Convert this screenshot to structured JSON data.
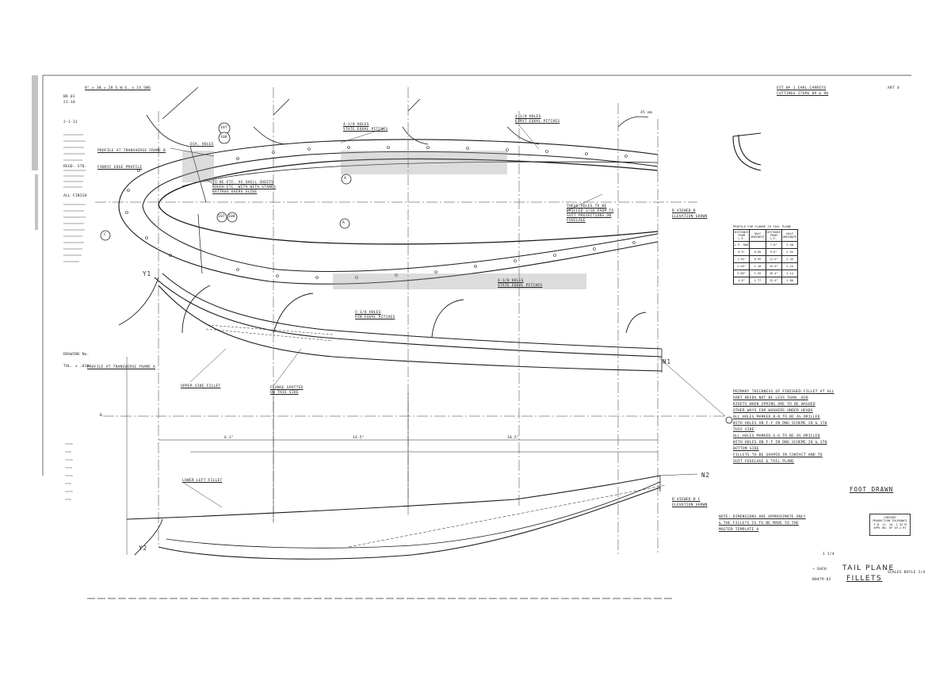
{
  "header": {
    "scale_note": "8\" x 30 = 20 S.W.G. x 14 SWG",
    "drawing_ref": "EST Nº 1 EARL CARREYS",
    "drawing_ref_sub": "CUTTINGS ITEMS 89 & 90",
    "corner_mark": "ART 4"
  },
  "left_margin": {
    "notes": [
      "BR 01",
      "21-10",
      "2-1-31",
      "REGD. STD.",
      "ALL FINISH",
      "DRAWING No.",
      "TOL. ± .010"
    ]
  },
  "callouts": {
    "profile_transverse": "PROFILE AT TRANSVERSE FRAME B",
    "fabric_edge": "FABRIC EDGE PROFILE",
    "dia_holes": "DIA. HOLES",
    "dim_107": "107",
    "dim_108": "108",
    "rivet_note_a": "TO BE ETC. AS SHELL SHEETS",
    "rivet_note_b": "ROUGH ETC. WITH WITH STANDS",
    "rivet_note_c": "RATTRAS OVERS SLIDE",
    "holes_top": "4-1/8 HOLES",
    "holes_top_b": "STATE EQUAL PITCHES",
    "holes_right": "4-1/8 HOLES",
    "holes_right_b": "FIRST EQUAL PITCHES",
    "angle_45": "45 mm",
    "section_a": "A",
    "section_c": "C",
    "y1": "Y1",
    "y2": "Y2",
    "n1": "N1",
    "n2": "N2",
    "fixed_holes": "THESE HOLES TO BE",
    "fixed_holes_b": "DRILLED 1/16 FROM TO",
    "fixed_holes_c": "SUIT PROJECTIONS ON",
    "fixed_holes_d": "FUSELAGE",
    "holes_bottom": "4-1/8 HOLES",
    "holes_bottom_b": "STATE EQUAL PITCHES",
    "holes_inner": "5-1/8 HOLES",
    "holes_inner_b": "PIN EQUAL PITCHES",
    "elev_a": "B VIEWED B",
    "elev_a_b": "ELEVATION SHOWN",
    "profile_transverse_low": "PROFILE AT TRANSVERSE FRAME A",
    "upper_side": "UPPER SIDE FILLET",
    "flange": "FLANGE SPOTTED",
    "flange_b": "ON THIS SIDE",
    "lower_left": "LOWER LEFT FILLET",
    "elev_c": "B VIEWED B C",
    "elev_c_b": "ELEVATION SHOWN",
    "dim_upper": "14.5\"",
    "dim_lower": "6.1\"",
    "dim_right": "10.5\"",
    "b_mark": "B"
  },
  "profile_table": {
    "caption": "PROFILE FOR FLANGE TO TAIL PLANE",
    "headers": [
      "DISTANCE FROM L.E.",
      "HALF ORDINATE",
      "DISTANCE FROM L.E.",
      "HALF ORDINATE"
    ],
    "rows": [
      [
        "L.E. RAD",
        "-",
        "7.8\"",
        "2.40"
      ],
      [
        "0.9\"",
        "0.85",
        "9.6\"",
        "2.55"
      ],
      [
        "1.55\"",
        "0.95",
        "11.5\"",
        "2.35"
      ],
      [
        "2.45\"",
        "1.10",
        "15.6\"",
        "2.24"
      ],
      [
        "3.85\"",
        "1.55",
        "20.4\"",
        "2.14"
      ],
      [
        "4.6\"",
        "1.77",
        "23.4\"",
        "1.80"
      ]
    ]
  },
  "notes_right": [
    "PRIMARY THICKNESS OF FINISHED FILLET AT ALL",
    "PART NEEDS NOT BE LESS THAN .020",
    "RIVETS WHEN SPRING ARE TO BE WASHED",
    "OTHER WAYS FOR WASHERS UNDER HEADS",
    "ALL HOLES MARKED B-B TO BE AS DRILLED",
    "WITH HOLES ON F-F IN DWG SCHEME 20 & 170",
    "THIS SIDE",
    "ALL HOLES MARKED G-G TO BE AS DRILLED",
    "WITH HOLES ON F-F IN DWG SCHEME 20 & 170",
    "BOTTOM SIDE",
    "FILLETS TO BE SHAPED IN CONTACT AND TO",
    "SUIT FUSELAGE & TAIL PLANE"
  ],
  "notes_lower": [
    "NOTE: DIMENSIONS ARE APPROXIMATE ONLY",
    "& THE FILLETS IS TO BE MADE TO THE",
    "MASTER TEMPLATE A"
  ],
  "title_block": {
    "label": "FOOT DRAWN",
    "stamp": [
      "CHECKED",
      "PRODUCTION TOLERANCE",
      "F.B. 11. 10. 1.32 M",
      "APPL NO. OF SH 2 RT"
    ],
    "sheet_no": "1 1/4",
    "part_no_a": "+ SHCH",
    "part_no_b": "B0479-82",
    "name_a": "TAIL PLANE",
    "name_b": "FILLETS",
    "scale": "SCALES BOYLE 1/4"
  }
}
